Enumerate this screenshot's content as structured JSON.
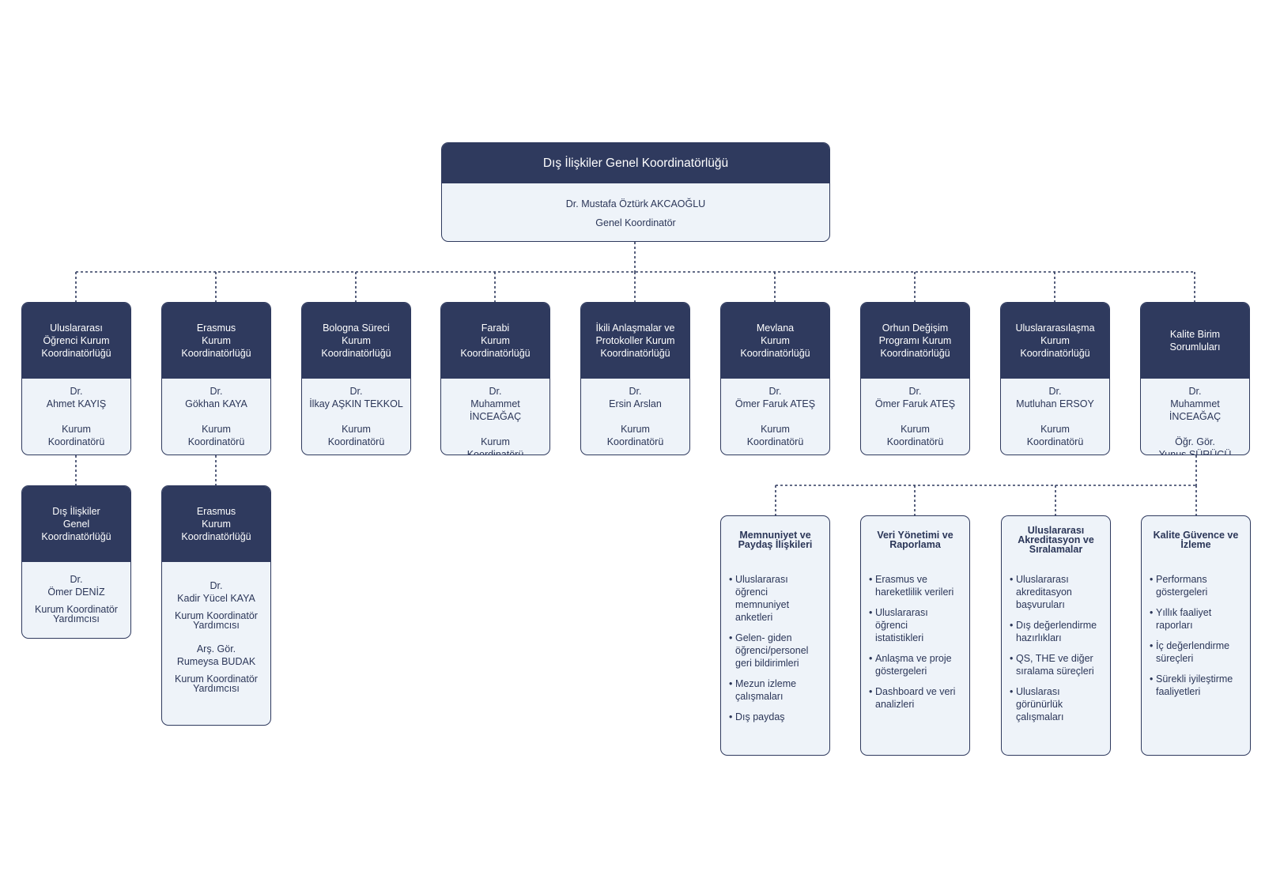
{
  "colors": {
    "header_bg": "#2f3a5e",
    "body_bg": "#eef3f9",
    "text": "#2b3658",
    "connector": "#2f3a5e"
  },
  "root": {
    "title": "Dış İlişkiler Genel Koordinatörlüğü",
    "person": "Dr. Mustafa Öztürk AKCAOĞLU",
    "role": "Genel Koordinatör"
  },
  "coordinators": [
    {
      "title": "Uluslararası\nÖğrenci Kurum\nKoordinatörlüğü",
      "prefix": "Dr.",
      "name": "Ahmet KAYIŞ",
      "role": "Kurum\nKoordinatörü"
    },
    {
      "title": "Erasmus\nKurum\nKoordinatörlüğü",
      "prefix": "Dr.",
      "name": "Gökhan KAYA",
      "role": "Kurum\nKoordinatörü"
    },
    {
      "title": "Bologna Süreci\nKurum\nKoordinatörlüğü",
      "prefix": "Dr.",
      "name": "İlkay AŞKIN TEKKOL",
      "role": "Kurum\nKoordinatörü"
    },
    {
      "title": "Farabi\nKurum\nKoordinatörlüğü",
      "prefix": "Dr.",
      "name": "Muhammet İNCEAĞAÇ",
      "role": "Kurum\nKoordinatörü"
    },
    {
      "title": "İkili Anlaşmalar ve\nProtokoller Kurum\nKoordinatörlüğü",
      "prefix": "Dr.",
      "name": "Ersin Arslan",
      "role": "Kurum\nKoordinatörü"
    },
    {
      "title": "Mevlana\nKurum\nKoordinatörlüğü",
      "prefix": "Dr.",
      "name": "Ömer Faruk ATEŞ",
      "role": "Kurum\nKoordinatörü"
    },
    {
      "title": "Orhun Değişim\nProgramı Kurum\nKoordinatörlüğü",
      "prefix": "Dr.",
      "name": "Ömer Faruk ATEŞ",
      "role": "Kurum\nKoordinatörü"
    },
    {
      "title": "Uluslararasılaşma\nKurum\nKoordinatörlüğü",
      "prefix": "Dr.",
      "name": "Mutluhan ERSOY",
      "role": "Kurum\nKoordinatörü"
    },
    {
      "title": "Kalite Birim\nSorumluları",
      "prefix": "Dr.",
      "name": "Muhammet İNCEAĞAÇ",
      "role": "Öğr. Gör.\nYunus SÜRÜCÜ"
    }
  ],
  "assistants": [
    {
      "title": "Dış İlişkiler\nGenel\nKoordinatörlüğü",
      "prefix": "Dr.",
      "name": "Ömer DENİZ",
      "role": "Kurum Koordinatör\nYardımcısı"
    },
    {
      "title": "Erasmus\nKurum\nKoordinatörlüğü",
      "prefix": "Dr.",
      "name": "Kadir Yücel KAYA",
      "role": "Kurum Koordinatör\nYardımcısı",
      "name2": "Arş. Gör.\nRumeysa BUDAK",
      "role2": "Kurum Koordinatör\nYardımcısı"
    }
  ],
  "quality_units": [
    {
      "title": "Memnuniyet ve\nPaydaş İlişkileri",
      "items": [
        "Uluslararası öğrenci\nmemnuniyet\nanketleri",
        "Gelen- giden\nöğrenci/personel\ngeri bildirimleri",
        "Mezun izleme\nçalışmaları",
        "Dış paydaş"
      ]
    },
    {
      "title": "Veri Yönetimi ve\nRaporlama",
      "items": [
        "Erasmus ve\nhareketlilik verileri",
        "Uluslararası öğrenci\nistatistikleri",
        "Anlaşma ve proje\ngöstergeleri",
        "Dashboard ve veri\nanalizleri"
      ]
    },
    {
      "title": "Uluslararası\nAkreditasyon ve\nSıralamalar",
      "items": [
        "Uluslararası\nakreditasyon\nbaşvuruları",
        "Dış değerlendirme\nhazırlıkları",
        "QS, THE ve diğer\nsıralama süreçleri",
        "Uluslarası\ngörünürlük\nçalışmaları"
      ]
    },
    {
      "title": "Kalite Güvence ve\nİzleme",
      "items": [
        "Performans\ngöstergeleri",
        "Yıllık faaliyet\nraporları",
        "İç değerlendirme\nsüreçleri",
        "Sürekli iyileştirme\nfaaliyetleri"
      ]
    }
  ]
}
